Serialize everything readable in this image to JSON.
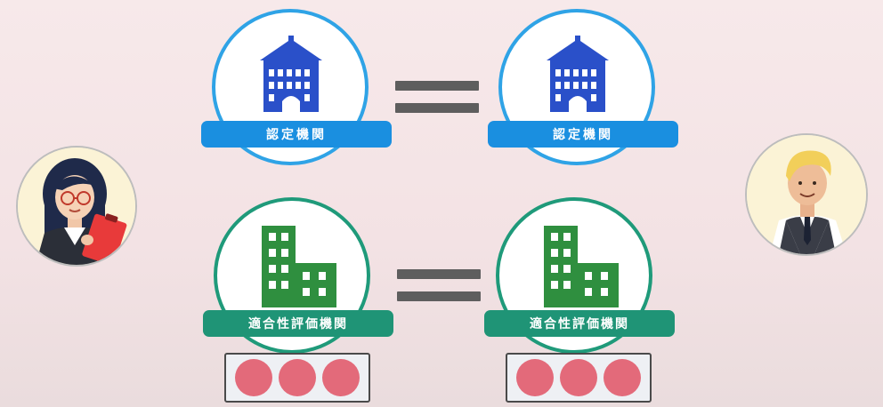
{
  "top_row": {
    "left_label": "認定機関",
    "right_label": "認定機関",
    "icon": "school-building-icon",
    "accent_color": "#1a8fe0"
  },
  "bottom_row": {
    "left_label": "適合性評価機関",
    "right_label": "適合性評価機関",
    "icon": "office-building-icon",
    "accent_color": "#1f9476",
    "dot_color": "#e36a7a"
  },
  "characters": {
    "left": "woman-with-clipboard-avatar",
    "right": "man-in-vest-avatar"
  }
}
